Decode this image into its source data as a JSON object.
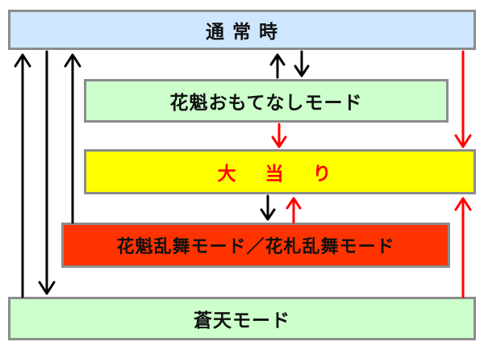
{
  "diagram": {
    "nodes": {
      "normal": {
        "label": "通 常 時",
        "fill": "#cfe6ff"
      },
      "omotenashi": {
        "label": "花魁おもてなしモード",
        "fill": "#ccffcc"
      },
      "jackpot": {
        "label": "大 当 り",
        "fill": "#ffff00",
        "text_color": "#ff0000"
      },
      "ranbu": {
        "label": "花魁乱舞モード／花札乱舞モード",
        "fill": "#ff3300"
      },
      "soten": {
        "label": "蒼天モード",
        "fill": "#ccffcc"
      }
    },
    "edges": [
      {
        "from": "soten",
        "to": "normal",
        "color": "#000000"
      },
      {
        "from": "normal",
        "to": "soten",
        "color": "#000000"
      },
      {
        "from": "ranbu",
        "to": "normal",
        "color": "#000000"
      },
      {
        "from": "omotenashi",
        "to": "normal",
        "color": "#000000"
      },
      {
        "from": "normal",
        "to": "omotenashi",
        "color": "#000000"
      },
      {
        "from": "normal",
        "to": "jackpot",
        "color": "#ff0000"
      },
      {
        "from": "omotenashi",
        "to": "jackpot",
        "color": "#ff0000"
      },
      {
        "from": "jackpot",
        "to": "ranbu",
        "color": "#000000"
      },
      {
        "from": "ranbu",
        "to": "jackpot",
        "color": "#ff0000"
      },
      {
        "from": "soten",
        "to": "jackpot",
        "color": "#ff0000"
      }
    ]
  }
}
